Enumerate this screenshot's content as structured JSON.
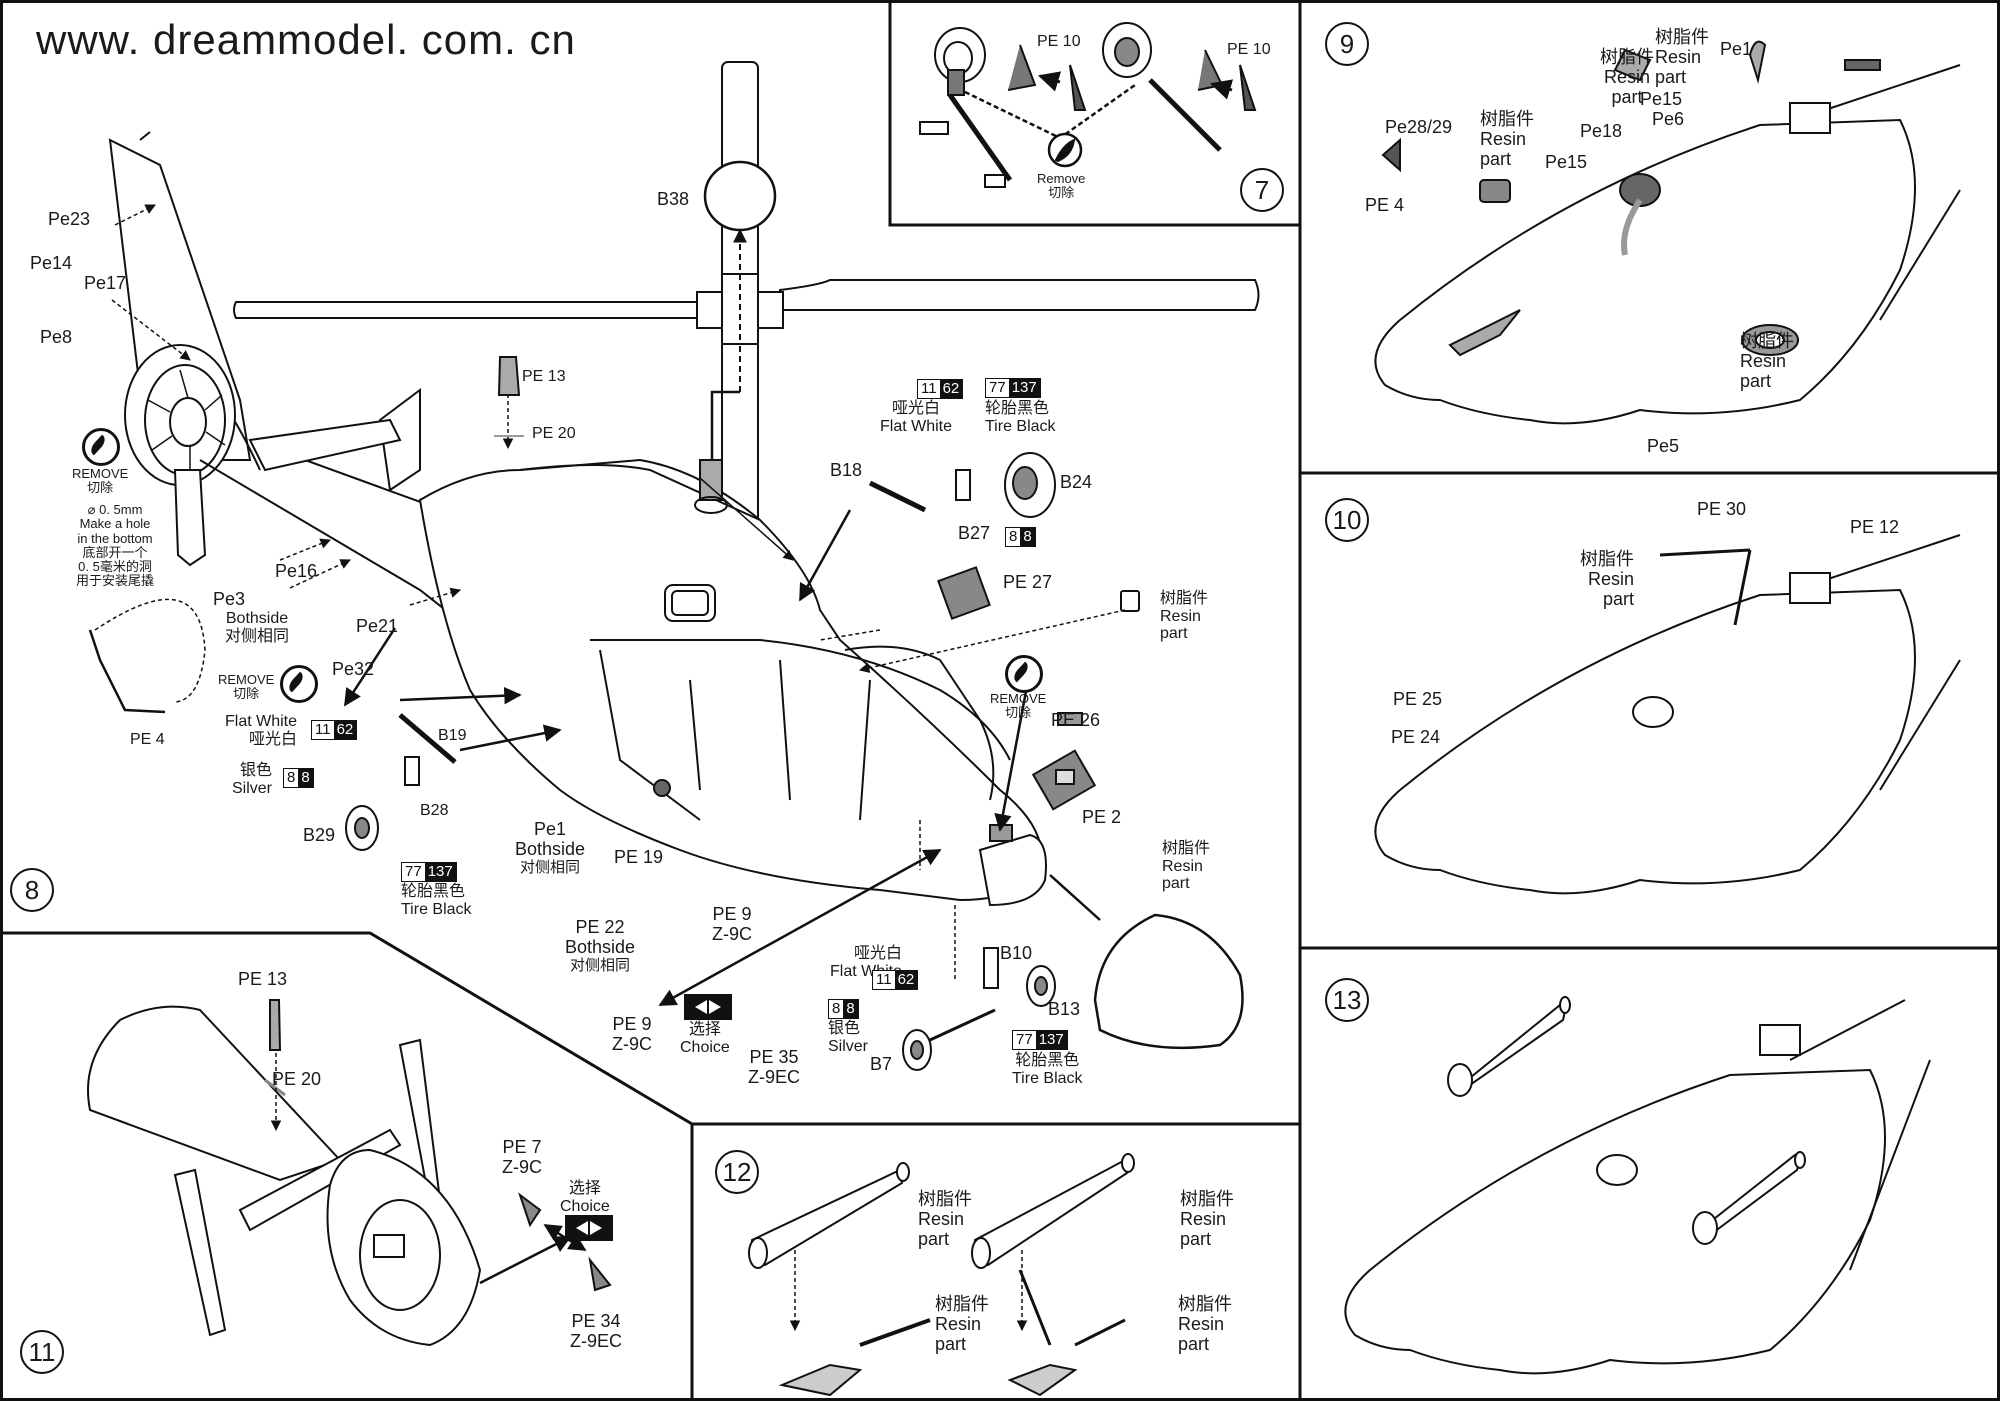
{
  "header": {
    "website": "www. dreammodel. com. cn"
  },
  "common": {
    "resin_cn": "树脂件",
    "resin_en": "Resin",
    "part_en": "part",
    "remove_en_caps": "REMOVE",
    "remove_en": "Remove",
    "remove_cn": "切除",
    "bothside_en": "Bothside",
    "bothside_cn": "对侧相同",
    "choice_cn": "选择",
    "choice_en": "Choice",
    "flat_white_en": "Flat White",
    "flat_white_cn": "哑光白",
    "silver_en": "Silver",
    "silver_cn": "银色",
    "tire_black_en": "Tire Black",
    "tire_black_cn": "轮胎黑色"
  },
  "paint_codes": {
    "flat_white": {
      "light": "11",
      "dark": "62"
    },
    "silver": {
      "light": "8",
      "dark": "8"
    },
    "tire_black": {
      "light": "77",
      "dark": "137"
    }
  },
  "step7": {
    "number": "7",
    "labels": {
      "pe10_a": "PE 10",
      "pe10_b": "PE 10"
    }
  },
  "step8": {
    "number": "8",
    "labels": {
      "b38": "B38",
      "pe23": "Pe23",
      "pe14": "Pe14",
      "pe17": "Pe17",
      "pe8": "Pe8",
      "pe13": "PE 13",
      "pe20": "PE 20",
      "hole_size": "0. 5mm",
      "hole_en_1": "Make a hole",
      "hole_en_2": "in the bottom",
      "hole_cn_1": "底部开一个",
      "hole_cn_2": "0. 5毫米的洞",
      "hole_cn_3": "用于安装尾撬",
      "pe16": "Pe16",
      "pe3": "Pe3",
      "pe21": "Pe21",
      "pe32": "Pe32",
      "pe4": "PE 4",
      "b19": "B19",
      "b28": "B28",
      "b29": "B29",
      "pe1": "Pe1",
      "pe19": "PE 19",
      "pe22": "PE 22",
      "pe9_top": "PE  9",
      "z9c_top": "Z-9C",
      "pe9_bottom": "PE  9",
      "z9c_bottom": "Z-9C",
      "pe35": "PE  35",
      "z9ec": "Z-9EC",
      "b18": "B18",
      "b24": "B24",
      "b27": "B27",
      "pe27": "PE 27",
      "pe26": "PE 26",
      "pe2": "PE 2",
      "b10": "B10",
      "b13": "B13",
      "b7": "B7"
    }
  },
  "step9": {
    "number": "9",
    "labels": {
      "pe28_29": "Pe28/29",
      "pe4": "PE 4",
      "pe15_left": "Pe15",
      "pe18": "Pe18",
      "pe6": "Pe6",
      "pe15_right": "Pe15",
      "pe1": "Pe1",
      "pe5": "Pe5"
    }
  },
  "step10": {
    "number": "10",
    "labels": {
      "pe30": "PE 30",
      "pe12": "PE 12",
      "pe25": "PE  25",
      "pe24": "PE  24"
    }
  },
  "step11": {
    "number": "11",
    "labels": {
      "pe13": "PE 13",
      "pe20": "PE 20",
      "pe7": "PE  7",
      "z9c": "Z-9C",
      "pe34": "PE  34",
      "z9ec": "Z-9EC"
    }
  },
  "step12": {
    "number": "12"
  },
  "step13": {
    "number": "13"
  }
}
